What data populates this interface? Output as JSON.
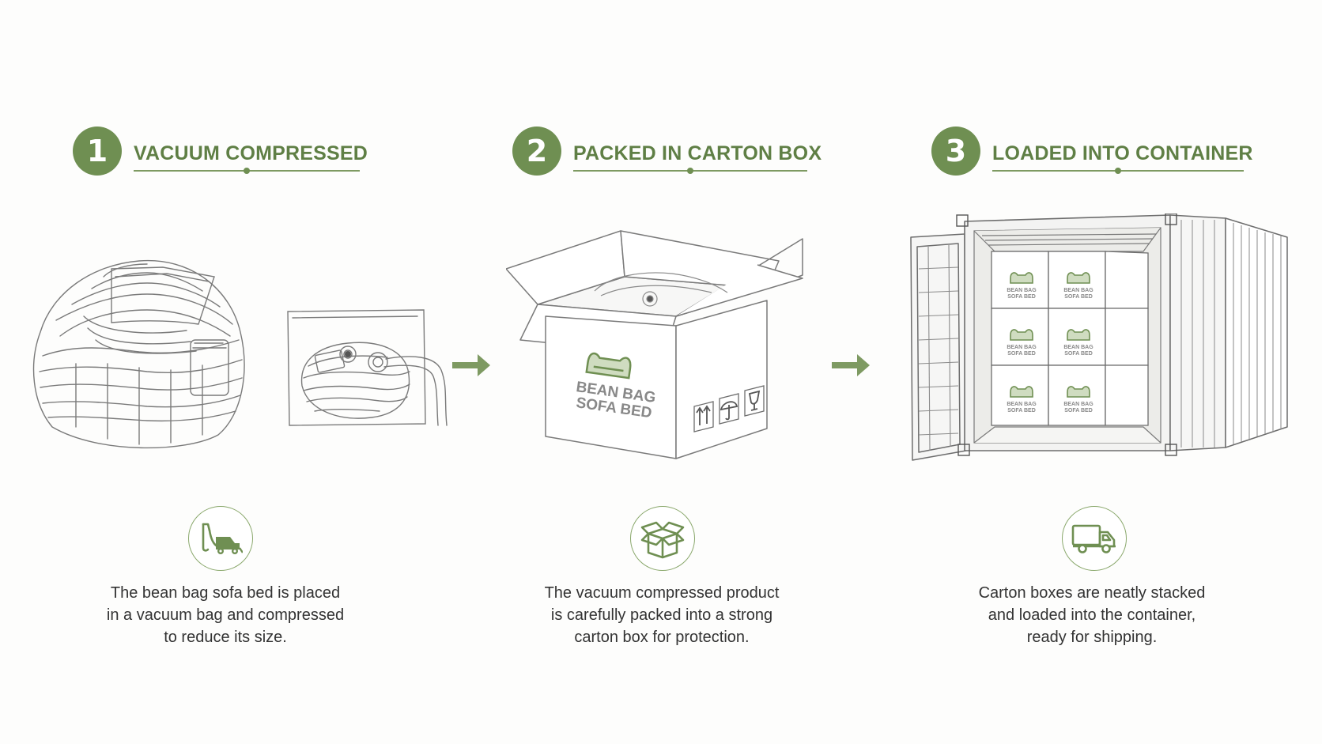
{
  "steps": [
    {
      "number": "1",
      "title": "VACUUM COMPRESSED",
      "icon": "vacuum-cleaner-icon",
      "description_lines": [
        "The bean bag sofa bed is placed",
        "in a vacuum bag and compressed",
        "to reduce its size."
      ]
    },
    {
      "number": "2",
      "title": "PACKED IN CARTON BOX",
      "icon": "open-box-icon",
      "description_lines": [
        "The vacuum compressed product",
        "is carefully packed into a strong",
        "carton box for protection."
      ]
    },
    {
      "number": "3",
      "title": "LOADED INTO CONTAINER",
      "icon": "delivery-truck-icon",
      "description_lines": [
        "Carton boxes are neatly stacked",
        "and loaded into the container,",
        "ready for shipping."
      ]
    }
  ],
  "carton_label": {
    "line1": "BEAN BAG",
    "line2": "SOFA BED"
  },
  "colors": {
    "accent": "#6f8f52",
    "title": "#5f7f45",
    "sketch": "#7a7a7a",
    "text": "#333333"
  }
}
